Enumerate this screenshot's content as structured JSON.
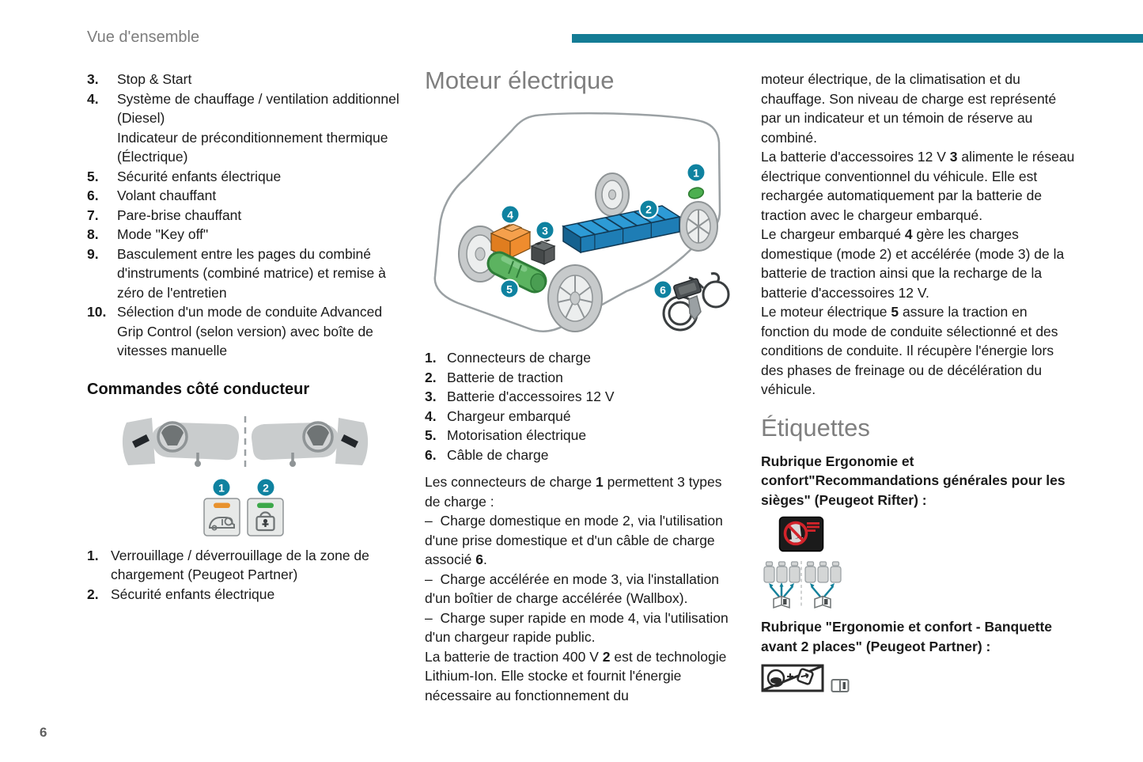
{
  "page": {
    "header": "Vue d'ensemble",
    "page_number": "6"
  },
  "colors": {
    "accent_teal": "#147c95",
    "badge_teal": "#0f82a0",
    "battery_blue": "#2d9bd6",
    "charger_orange": "#ef8c2e",
    "motor_green": "#5cb360",
    "indicator_orange": "#e8922e",
    "indicator_green": "#3da84a",
    "warning_red": "#d2232a",
    "heading_gray": "#7f7f7f"
  },
  "left_column": {
    "overview_list": [
      {
        "num": "3.",
        "text": "Stop & Start"
      },
      {
        "num": "4.",
        "text": "Système de chauffage / ventilation additionnel (Diesel)",
        "text2": "Indicateur de préconditionnement thermique (Électrique)"
      },
      {
        "num": "5.",
        "text": "Sécurité enfants électrique"
      },
      {
        "num": "6.",
        "text": "Volant chauffant"
      },
      {
        "num": "7.",
        "text": "Pare-brise chauffant"
      },
      {
        "num": "8.",
        "text": "Mode \"Key off\""
      },
      {
        "num": "9.",
        "text": "Basculement entre les pages du combiné d'instruments (combiné matrice) et remise à zéro de l'entretien"
      },
      {
        "num": "10.",
        "text": "Sélection d'un mode de conduite Advanced Grip Control (selon version) avec boîte de vitesses manuelle"
      }
    ],
    "section_heading": "Commandes côté conducteur",
    "controls_badges": [
      "1",
      "2"
    ],
    "controls_list": [
      {
        "num": "1.",
        "text": "Verrouillage / déverrouillage de la zone de chargement (Peugeot Partner)"
      },
      {
        "num": "2.",
        "text": "Sécurité enfants électrique"
      }
    ]
  },
  "middle_column": {
    "heading": "Moteur électrique",
    "diagram_badges": [
      "1",
      "2",
      "3",
      "4",
      "5",
      "6"
    ],
    "parts_list": [
      {
        "num": "1.",
        "text": "Connecteurs de charge"
      },
      {
        "num": "2.",
        "text": "Batterie de traction"
      },
      {
        "num": "3.",
        "text": "Batterie d'accessoires 12 V"
      },
      {
        "num": "4.",
        "text": "Chargeur embarqué"
      },
      {
        "num": "5.",
        "text": "Motorisation électrique"
      },
      {
        "num": "6.",
        "text": "Câble de charge"
      }
    ],
    "paragraphs": {
      "p1": [
        {
          "t": "Les connecteurs de charge "
        },
        {
          "t": "1",
          "b": true
        },
        {
          "t": " permettent 3 types de charge :"
        }
      ],
      "p2": [
        {
          "t": "–  Charge domestique en mode 2, via l'utilisation d'une prise domestique et d'un câble de charge associé "
        },
        {
          "t": "6",
          "b": true
        },
        {
          "t": "."
        }
      ],
      "p3": [
        {
          "t": "–  Charge accélérée en mode 3, via l'installation d'un boîtier de charge accélérée (Wallbox)."
        }
      ],
      "p4": [
        {
          "t": "–  Charge super rapide en mode 4, via l'utilisation d'un chargeur rapide public."
        }
      ],
      "p5": [
        {
          "t": "La batterie de traction 400 V "
        },
        {
          "t": "2",
          "b": true
        },
        {
          "t": " est de technologie Lithium-Ion. Elle stocke et fournit l'énergie nécessaire au fonctionnement du"
        }
      ]
    }
  },
  "right_column": {
    "paragraphs": {
      "p1": [
        {
          "t": "moteur électrique, de la climatisation et du chauffage. Son niveau de charge est représenté par un indicateur et un témoin de réserve au combiné."
        }
      ],
      "p2": [
        {
          "t": "La batterie d'accessoires 12 V "
        },
        {
          "t": "3",
          "b": true
        },
        {
          "t": " alimente le réseau électrique conventionnel du véhicule. Elle est rechargée automatiquement par la batterie de traction avec le chargeur embarqué."
        }
      ],
      "p3": [
        {
          "t": "Le chargeur embarqué "
        },
        {
          "t": "4",
          "b": true
        },
        {
          "t": " gère les charges domestique (mode 2) et accélérée (mode 3) de la batterie de traction ainsi que la recharge de la batterie d'accessoires 12 V."
        }
      ],
      "p4": [
        {
          "t": "Le moteur électrique "
        },
        {
          "t": "5",
          "b": true
        },
        {
          "t": " assure la traction en fonction du mode de conduite sélectionné et des conditions de conduite. Il récupère l'énergie lors des phases de freinage ou de décélération du véhicule."
        }
      ]
    },
    "heading": "Étiquettes",
    "label1": "Rubrique Ergonomie et confort\"Recommandations générales pour les sièges\" (Peugeot Rifter) :",
    "label2": "Rubrique \"Ergonomie et confort - Banquette avant 2 places\" (Peugeot Partner) :"
  }
}
